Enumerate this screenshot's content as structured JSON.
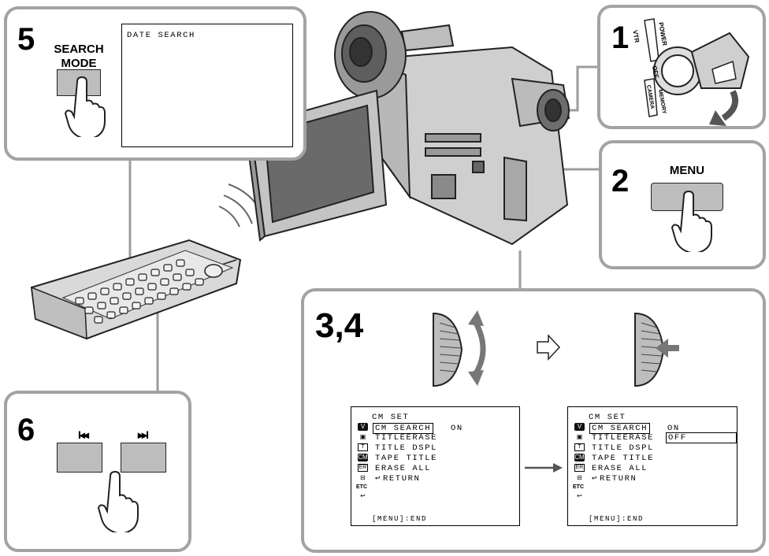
{
  "steps": {
    "step1": "1",
    "step2": "2",
    "step34": "3,4",
    "step5": "5",
    "step6": "6"
  },
  "labels": {
    "search_mode": "SEARCH\nMODE",
    "menu": "MENU",
    "date_search": "DATE SEARCH",
    "skip_back_icon": "I◂◂",
    "skip_fwd_icon": "▸▸I"
  },
  "power_switch": {
    "power": "POWER",
    "vtr": "VTR",
    "off": "OFF",
    "camera": "CAMERA",
    "memory": "MEMORY"
  },
  "menu_screen_left": {
    "title": "CM SET",
    "items": [
      "CM SEARCH",
      "TITLEERASE",
      "TITLE DSPL",
      "TAPE TITLE",
      "ERASE ALL",
      "RETURN"
    ],
    "selected_value": "ON",
    "etc": "ETC",
    "footer": "[MENU]:END"
  },
  "menu_screen_right": {
    "title": "CM SET",
    "items": [
      "CM SEARCH",
      "TITLEERASE",
      "TITLE DSPL",
      "TAPE TITLE",
      "ERASE ALL",
      "RETURN"
    ],
    "options": [
      "ON",
      "OFF"
    ],
    "etc": "ETC",
    "footer": "[MENU]:END"
  },
  "icons": [
    "camcorder",
    "remote-control",
    "power-dial",
    "control-dial",
    "finger-press",
    "arrow-right"
  ]
}
